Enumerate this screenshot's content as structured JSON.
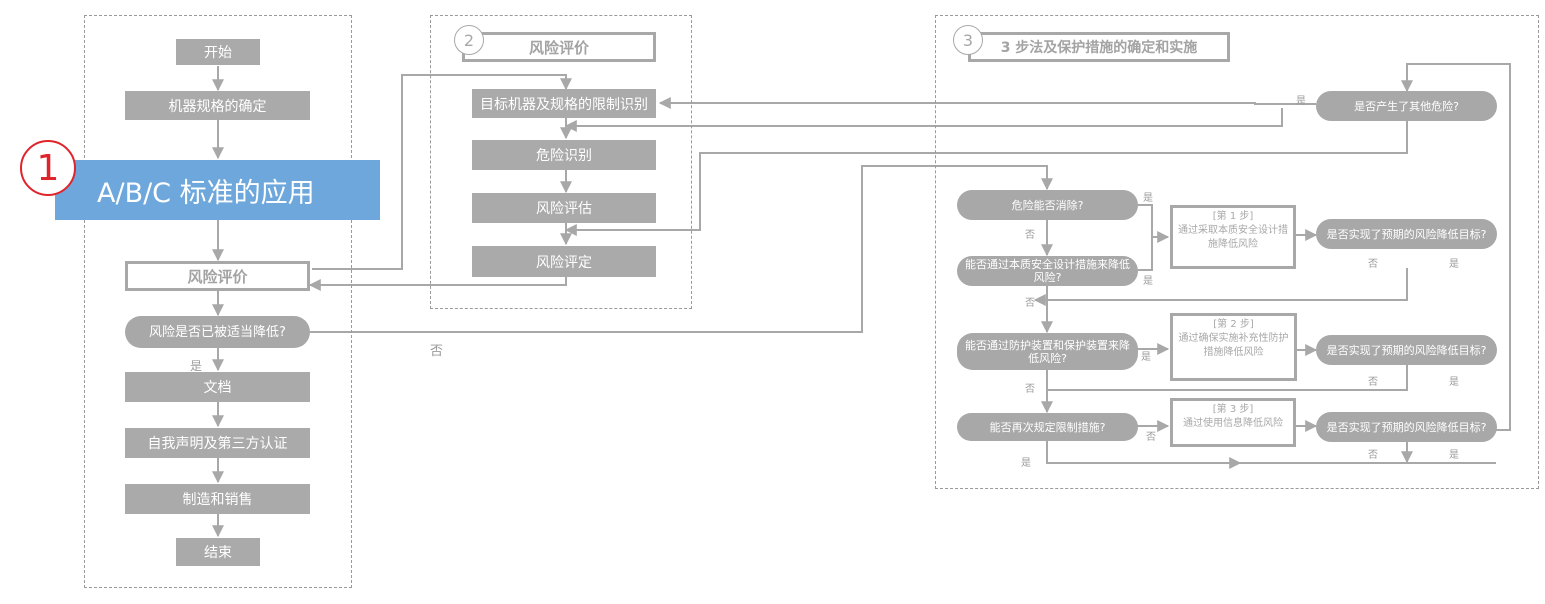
{
  "section1": {
    "number": "1",
    "start": "开始",
    "spec": "机器规格的确定",
    "standard": "A/B/C 标准的应用",
    "risk_eval": "风险评价",
    "reduced_q": "风险是否已被适当降低?",
    "yes": "是",
    "no": "否",
    "document": "文档",
    "declaration": "自我声明及第三方认证",
    "manufacture": "制造和销售",
    "end": "结束"
  },
  "section2": {
    "number": "2",
    "title": "风险评价",
    "limits": "目标机器及规格的限制识别",
    "hazard_id": "危险识别",
    "risk_estimate": "风险评估",
    "risk_judge": "风险评定"
  },
  "section3": {
    "number": "3",
    "title": "3 步法及保护措施的确定和实施",
    "other_hazard_q": "是否产生了其他危险?",
    "eliminate_q": "危险能否消除?",
    "inherent_q": "能否通过本质安全设计措施来降低风险?",
    "guard_q": "能否通过防护装置和保护装置来降低风险?",
    "limit_q": "能否再次规定限制措施?",
    "step1_head": "[第 1 步]",
    "step1_text": "通过采取本质安全设计措施降低风险",
    "step2_head": "[第 2 步]",
    "step2_text": "通过确保实施补充性防护措施降低风险",
    "step3_head": "[第 3 步]",
    "step3_text": "通过使用信息降低风险",
    "target_q": "是否实现了预期的风险降低目标?",
    "yes": "是",
    "no": "否"
  },
  "colors": {
    "box_gray": "#aaaaaa",
    "accent_blue": "#6da7dc",
    "accent_red": "#e0242b"
  }
}
